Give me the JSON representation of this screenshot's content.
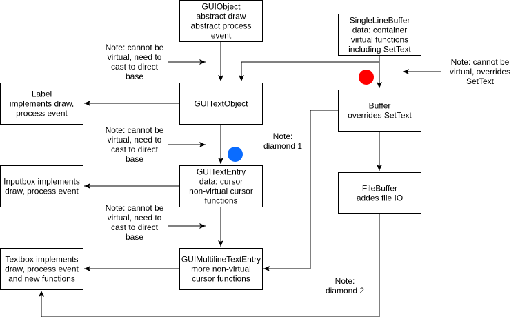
{
  "colors": {
    "line": "#000000",
    "box_fill": "#ffffff",
    "marker_red": "#ff0000",
    "marker_blue": "#0a6cff"
  },
  "boxes": [
    {
      "id": "guiobject",
      "lines": [
        "GUIObject",
        "abstract draw",
        "abstract process",
        "event"
      ]
    },
    {
      "id": "singlelinebuffer",
      "lines": [
        "SingleLineBuffer",
        "data: container",
        "virtual functions",
        "including SetText"
      ]
    },
    {
      "id": "label",
      "lines": [
        "Label",
        "implements draw,",
        "process event"
      ]
    },
    {
      "id": "guitextobject",
      "lines": [
        "GUITextObject"
      ]
    },
    {
      "id": "buffer",
      "lines": [
        "Buffer",
        "overrides SetText"
      ]
    },
    {
      "id": "inputbox",
      "lines": [
        "Inputbox implements",
        "draw, process event"
      ]
    },
    {
      "id": "guitextentry",
      "lines": [
        "GUITextEntry",
        "data: cursor",
        "non-virtual cursor",
        "functions"
      ]
    },
    {
      "id": "filebuffer",
      "lines": [
        "FileBuffer",
        "addes file IO"
      ]
    },
    {
      "id": "textbox",
      "lines": [
        "Textbox implements",
        "draw, process event",
        "and new functions"
      ]
    },
    {
      "id": "guimultilinetextentry",
      "lines": [
        "GUIMultilineTextEntry",
        "more non-virtual",
        "cursor functions"
      ]
    }
  ],
  "notes": [
    {
      "id": "note-cast-1",
      "lines": [
        "Note: cannot be",
        "virtual, need to",
        "cast to direct",
        "base"
      ]
    },
    {
      "id": "note-cast-2",
      "lines": [
        "Note: cannot be",
        "virtual, need to",
        "cast to direct",
        "base"
      ]
    },
    {
      "id": "note-cast-3",
      "lines": [
        "Note: cannot be",
        "virtual, need to",
        "cast to direct",
        "base"
      ]
    },
    {
      "id": "note-override",
      "lines": [
        "Note: cannot be",
        "virtual, overrides",
        "SetText"
      ]
    },
    {
      "id": "note-diamond-1",
      "lines": [
        "Note:",
        "diamond 1"
      ]
    },
    {
      "id": "note-diamond-2",
      "lines": [
        "Note:",
        "diamond 2"
      ]
    }
  ]
}
